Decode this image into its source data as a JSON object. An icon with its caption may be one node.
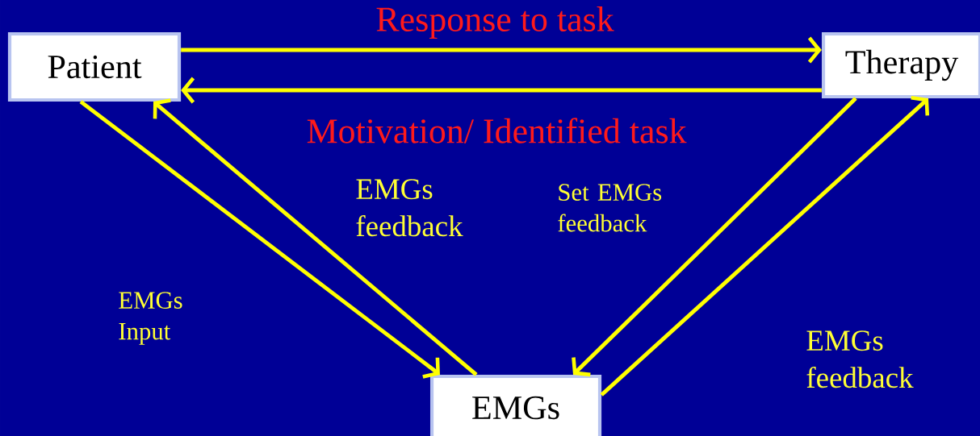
{
  "diagram": {
    "nodes": [
      {
        "text": [
          "Patient"
        ]
      },
      {
        "text": [
          "Therapy"
        ]
      },
      {
        "text": [
          "EMGs"
        ]
      }
    ],
    "edges": [
      {
        "from": 0,
        "to": 1,
        "arrow": "to",
        "label": "Response to task"
      },
      {
        "from": 1,
        "to": 0,
        "arrow": "to",
        "label": "Motivation/ Identified task"
      },
      {
        "from": 0,
        "to": 2,
        "arrow": "to",
        "label": "EMGs Input"
      },
      {
        "from": 2,
        "to": 0,
        "arrow": "to",
        "label": "EMGs feedback"
      },
      {
        "from": 1,
        "to": 2,
        "arrow": "to",
        "label": "Set EMGs feedback"
      },
      {
        "from": 2,
        "to": 1,
        "arrow": "to",
        "label": "EMGs feedback"
      }
    ]
  }
}
